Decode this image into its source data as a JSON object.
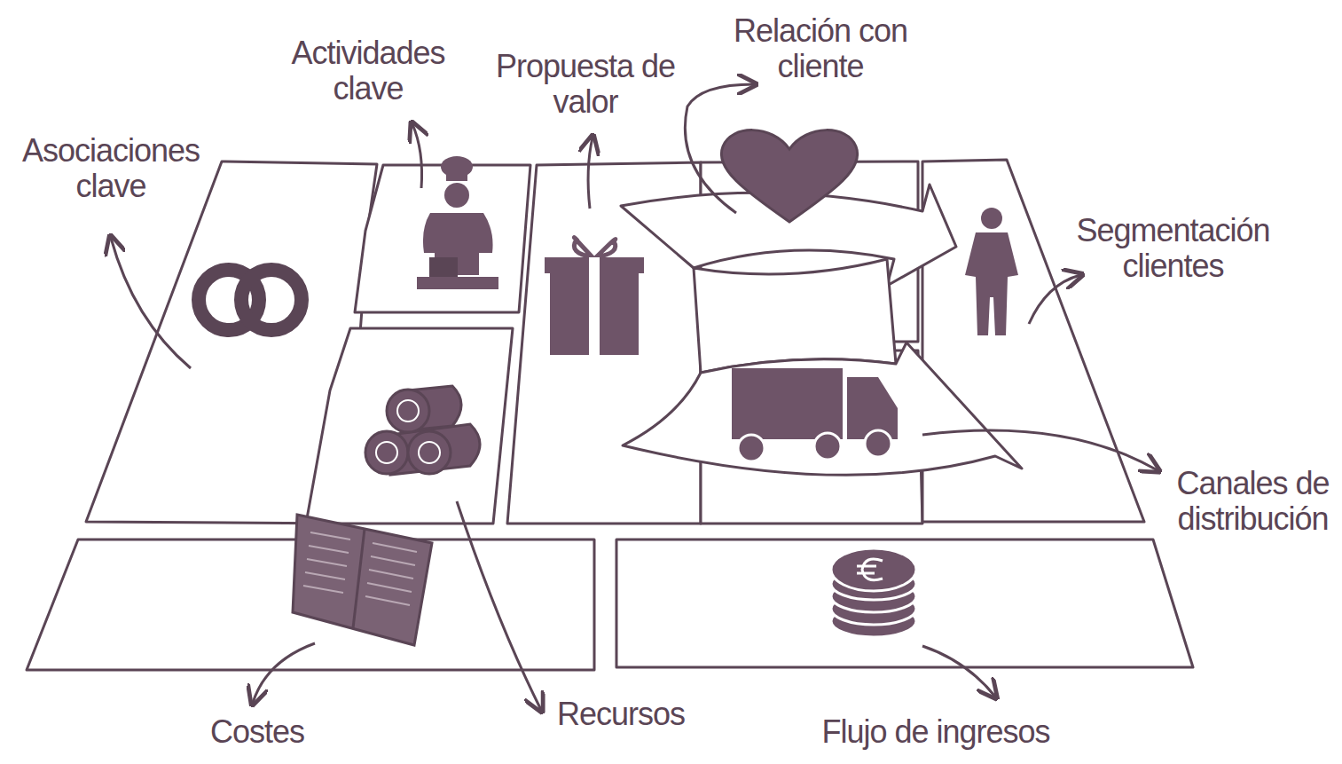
{
  "diagram": {
    "nodes": [
      {
        "text": [
          "Asociaciones clave"
        ]
      },
      {
        "text": [
          "Actividades clave"
        ]
      },
      {
        "text": [
          "Recursos"
        ]
      },
      {
        "text": [
          "Propuesta de valor"
        ]
      },
      {
        "text": [
          "Relación con cliente"
        ]
      },
      {
        "text": [
          "Canales de distribución"
        ]
      },
      {
        "text": [
          "Segmentación clientes"
        ]
      },
      {
        "text": [
          "Costes"
        ]
      },
      {
        "text": [
          "Flujo de ingresos"
        ]
      }
    ]
  }
}
